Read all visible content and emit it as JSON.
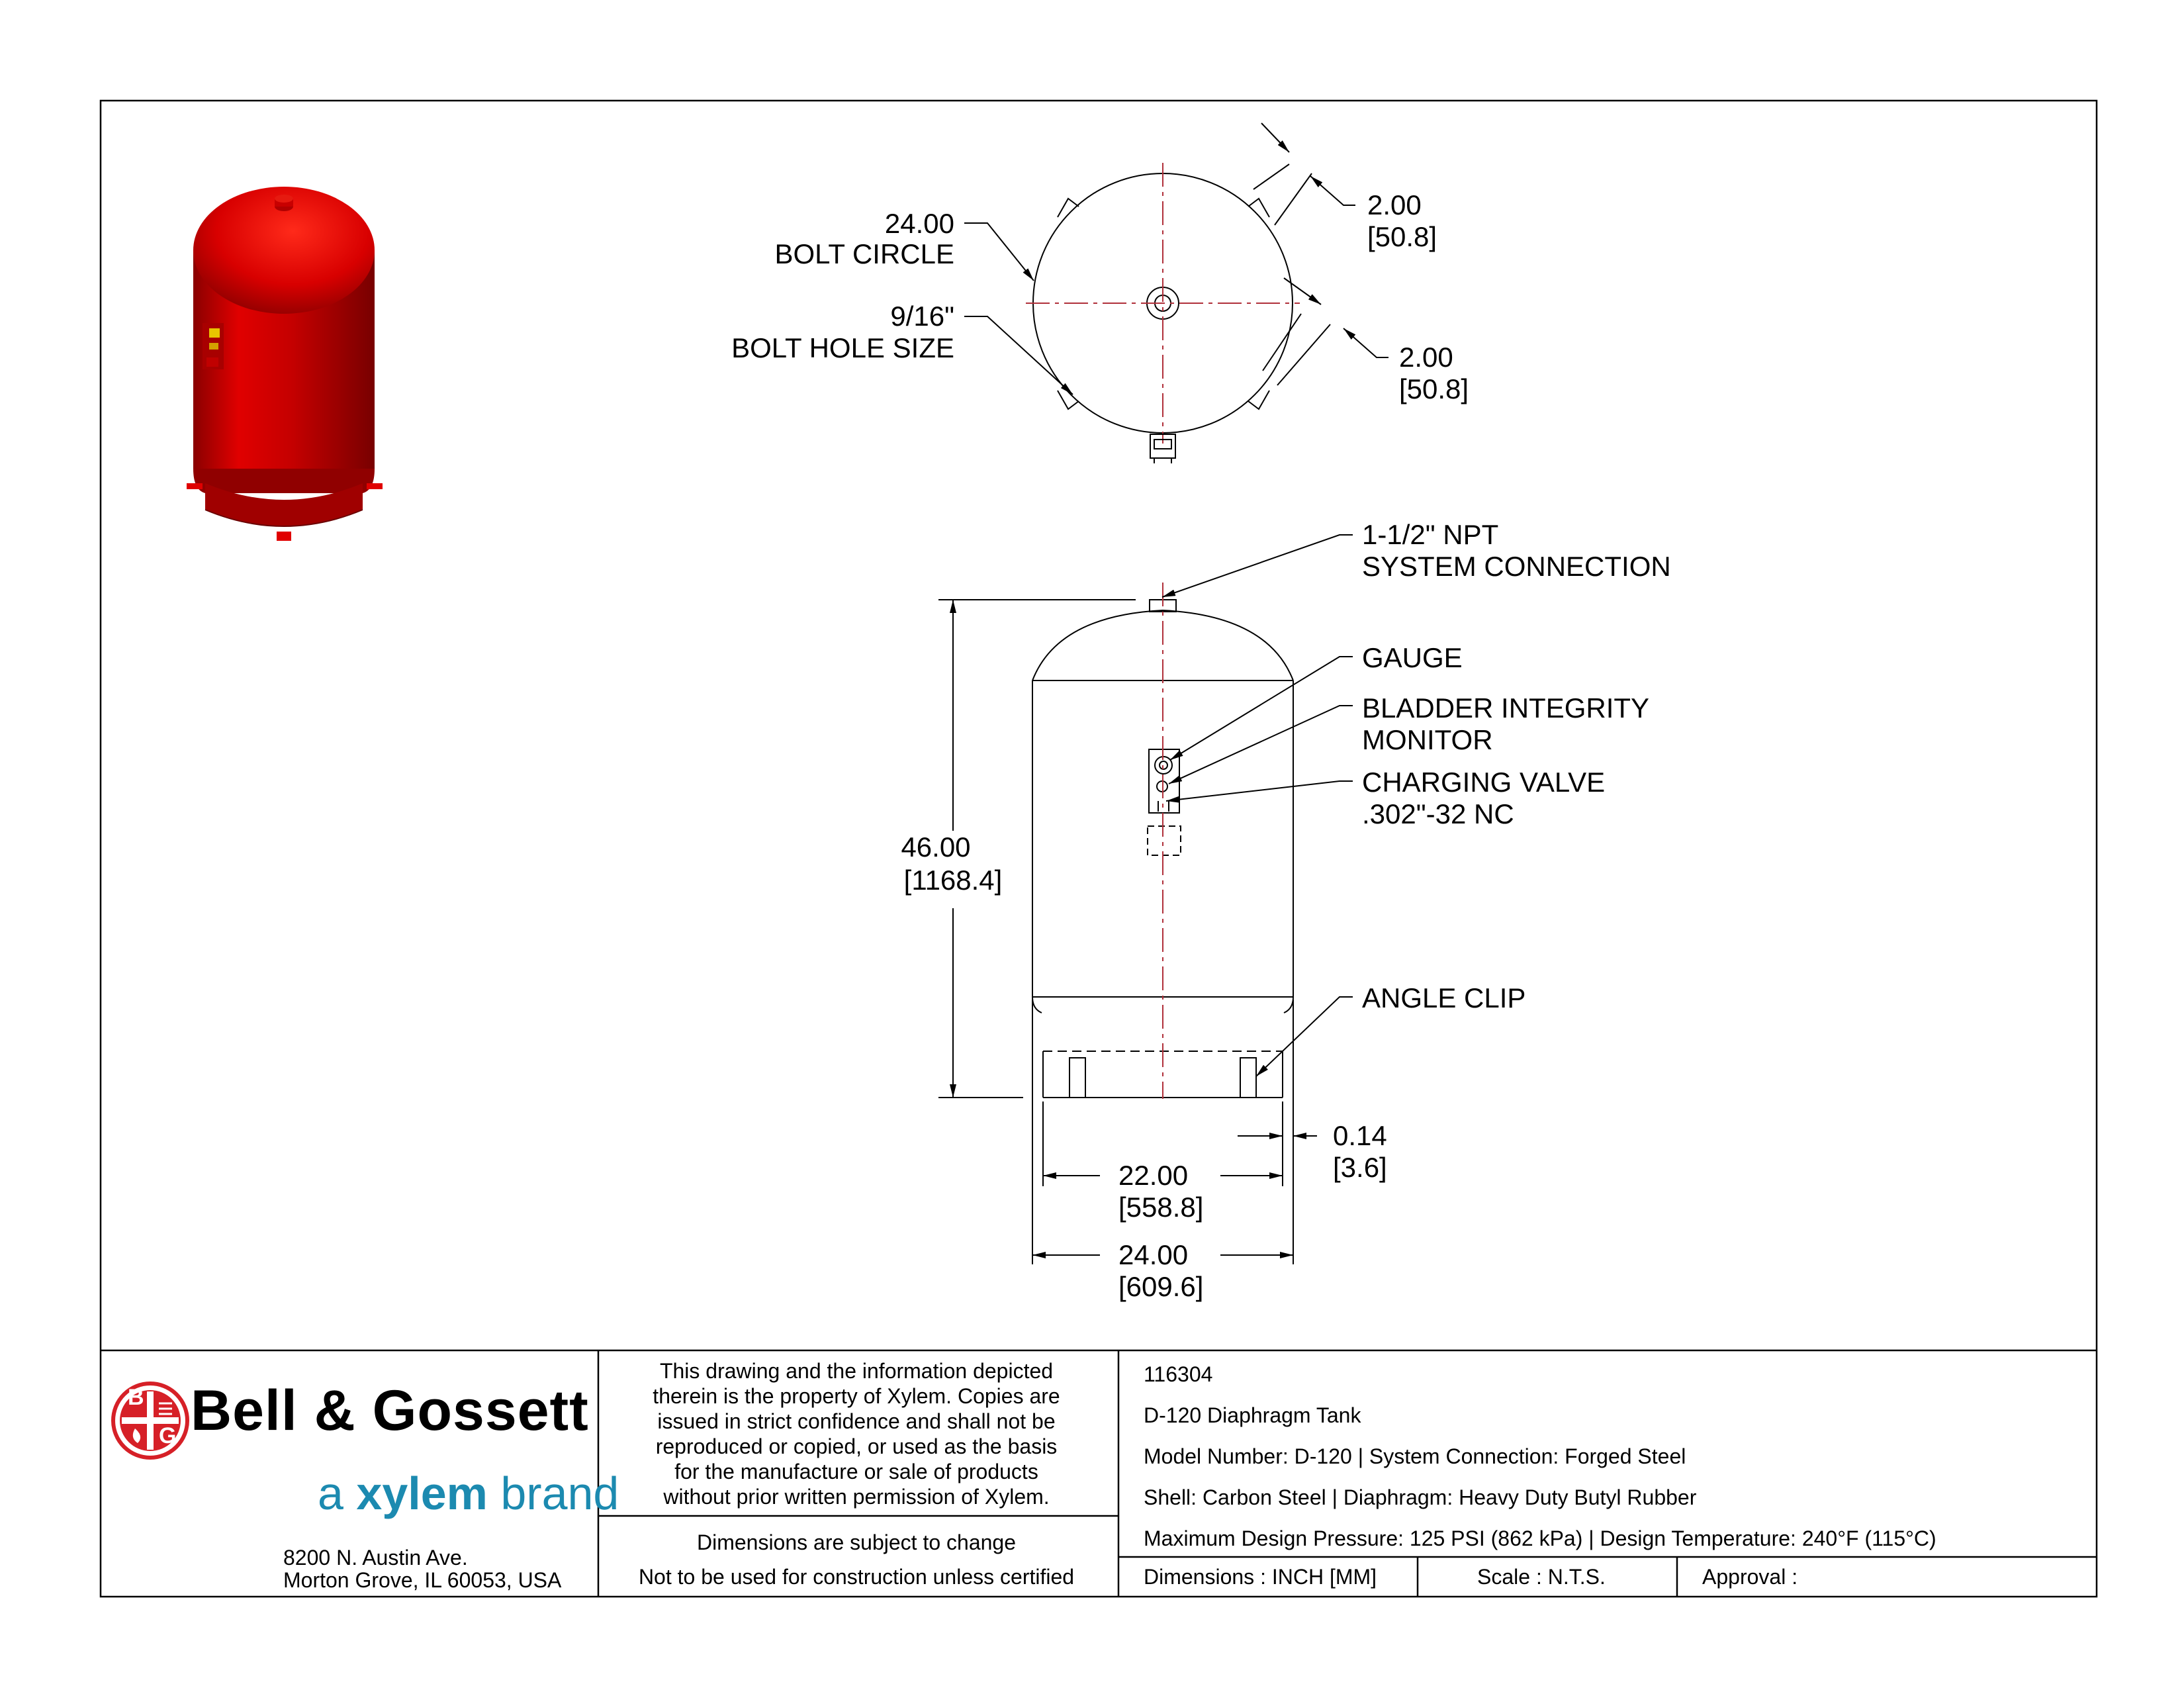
{
  "title_block": {
    "brand": "Bell & Gossett",
    "sub_brand_prefix": "a ",
    "sub_brand_name": "xylem",
    "sub_brand_suffix": " brand",
    "address_line1": "8200 N. Austin Ave.",
    "address_line2": "Morton Grove, IL 60053, USA",
    "notice_lines": [
      "This drawing and the information depicted",
      "therein is the property of Xylem. Copies are",
      "issued in strict confidence and shall not be",
      "reproduced or copied, or used as the basis",
      "for the manufacture or sale of products",
      "without prior written permission of Xylem."
    ],
    "disclaimer1": "Dimensions are subject to change",
    "disclaimer2": "Not to be used for construction unless certified",
    "part_number": "116304",
    "description": "D-120 Diaphragm Tank",
    "spec_line1": "Model Number: D-120 | System Connection: Forged Steel",
    "spec_line2": "Shell: Carbon Steel | Diaphragm: Heavy Duty Butyl Rubber",
    "spec_line3": "Maximum Design Pressure: 125 PSI (862 kPa) | Design Temperature: 240°F (115°C)",
    "dimensions_units": "Dimensions : INCH [MM]",
    "scale": "Scale : N.T.S.",
    "approval": "Approval :"
  },
  "top_view": {
    "bolt_circle_value": "24.00",
    "bolt_circle_label": "BOLT CIRCLE",
    "bolt_hole_value": "9/16\"",
    "bolt_hole_label": "BOLT HOLE SIZE",
    "clip1_in": "2.00",
    "clip1_mm": "[50.8]",
    "clip2_in": "2.00",
    "clip2_mm": "[50.8]"
  },
  "front_view": {
    "height_in": "46.00",
    "height_mm": "[1168.4]",
    "inner_width_in": "22.00",
    "inner_width_mm": "[558.8]",
    "outer_width_in": "24.00",
    "outer_width_mm": "[609.6]",
    "offset_in": "0.14",
    "offset_mm": "[3.6]",
    "callout_connection_1": "1-1/2\" NPT",
    "callout_connection_2": "SYSTEM CONNECTION",
    "callout_gauge": "GAUGE",
    "callout_monitor_1": "BLADDER INTEGRITY",
    "callout_monitor_2": "MONITOR",
    "callout_valve_1": "CHARGING VALVE",
    "callout_valve_2": ".302\"-32 NC",
    "callout_clip": "ANGLE CLIP"
  },
  "colors": {
    "tank_red": "#d40000",
    "logo_red": "#d62027",
    "xylem_blue": "#1c8ab0",
    "center_line": "#b0303a"
  }
}
